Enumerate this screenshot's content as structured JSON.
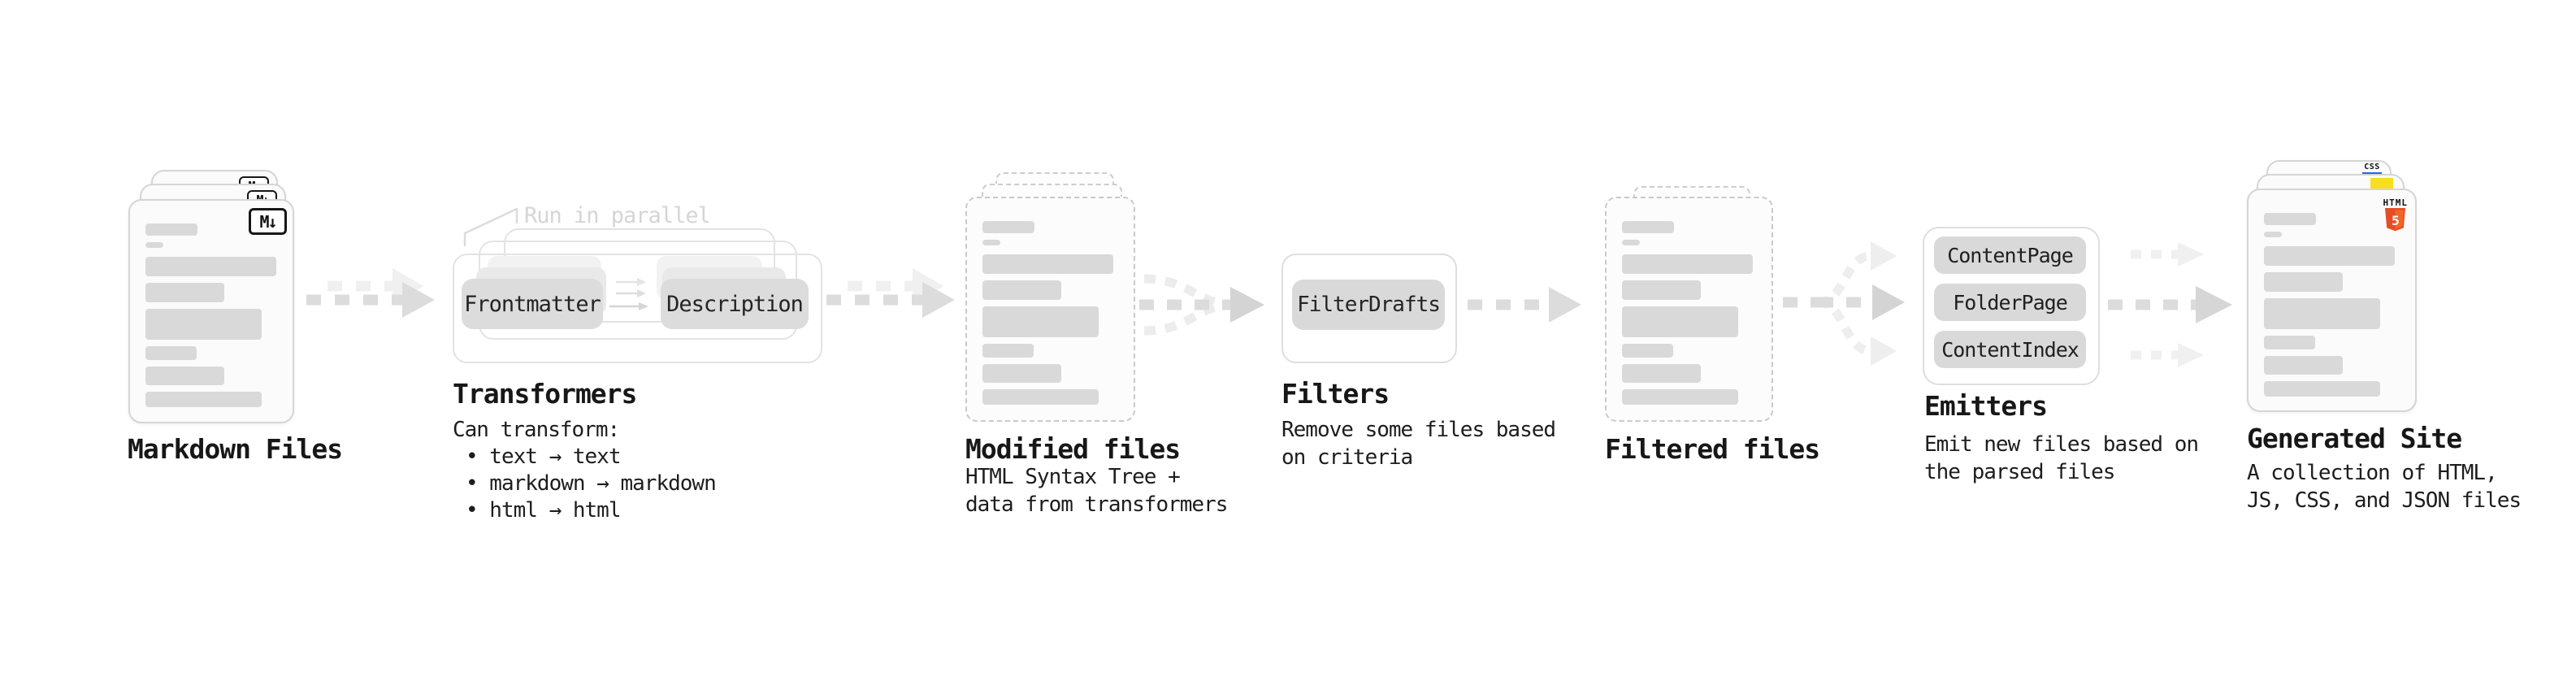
{
  "stages": {
    "markdown": {
      "title": "Markdown Files",
      "badge": "M↓"
    },
    "transformers": {
      "title": "Transformers",
      "note": "Run in parallel",
      "node_left": "Frontmatter",
      "node_right": "Description",
      "desc_heading": "Can transform:",
      "bullets": [
        "• text → text",
        "• markdown → markdown",
        "• html → html"
      ]
    },
    "modified": {
      "title": "Modified files",
      "subtitle": "HTML Syntax Tree +\ndata from transformers"
    },
    "filters": {
      "title": "Filters",
      "node": "FilterDrafts",
      "subtitle": "Remove some files based\non criteria"
    },
    "filtered": {
      "title": "Filtered files"
    },
    "emitters": {
      "title": "Emitters",
      "nodes": [
        "ContentPage",
        "FolderPage",
        "ContentIndex"
      ],
      "subtitle": "Emit new files based on\nthe parsed files"
    },
    "generated": {
      "title": "Generated Site",
      "subtitle": "A collection of HTML,\nJS, CSS, and JSON files",
      "html_badge_text": "HTML",
      "html_badge_number": "5",
      "css_badge_text": "CSS"
    }
  },
  "colors": {
    "html5_shield": "#e44d26",
    "html5_shield_light": "#f16529",
    "js_yellow": "#f7df1e",
    "css_blue": "#2965f1",
    "skeleton": "#d9d9d9",
    "node_fill": "#dcdcdc",
    "flow_arrow": "#dcdcdc",
    "flow_arrow_light": "#f0f0f0"
  }
}
